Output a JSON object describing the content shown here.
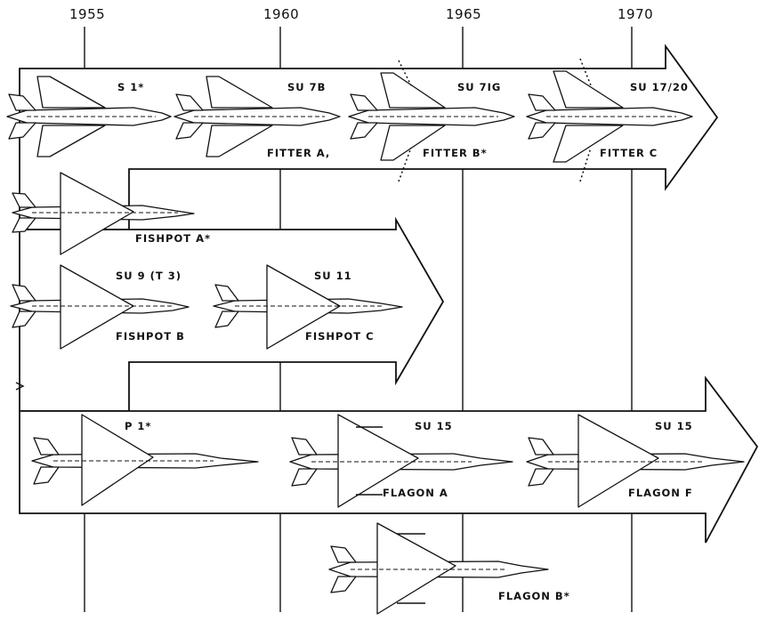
{
  "timeline": {
    "years": [
      "1955",
      "1960",
      "1965",
      "1970"
    ]
  },
  "aircraft": {
    "s1": {
      "designation": "S 1*"
    },
    "su7b": {
      "designation": "SU 7B",
      "name": "FITTER A,"
    },
    "su7ig": {
      "designation": "SU 7IG",
      "name": "FITTER B*"
    },
    "su1720": {
      "designation": "SU 17/20",
      "name": "FITTER C"
    },
    "fishpot_a": {
      "name": "FISHPOT A*"
    },
    "su9": {
      "designation": "SU 9 (T 3)",
      "name": "FISHPOT B"
    },
    "su11": {
      "designation": "SU 11",
      "name": "FISHPOT C"
    },
    "p1": {
      "designation": "P 1*"
    },
    "su15a": {
      "designation": "SU 15",
      "name": "FLAGON A"
    },
    "su15f": {
      "designation": "SU 15",
      "name": "FLAGON F"
    },
    "flagon_b": {
      "name": "FLAGON B*"
    }
  }
}
